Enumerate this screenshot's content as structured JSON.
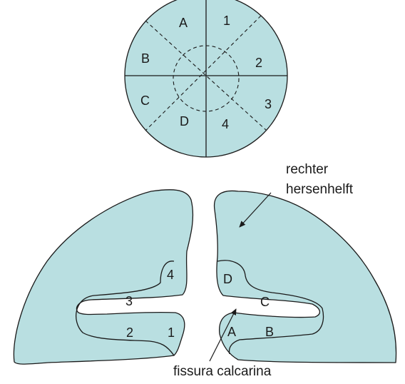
{
  "colors": {
    "fill": "#b9dfe1",
    "stroke": "#1a1a1a",
    "background": "#ffffff"
  },
  "circle": {
    "sectors_left": [
      "A",
      "B",
      "C",
      "D"
    ],
    "sectors_right": [
      "1",
      "2",
      "3",
      "4"
    ]
  },
  "left_hemisphere": {
    "region_labels": [
      "4",
      "3",
      "2",
      "1"
    ]
  },
  "right_hemisphere": {
    "region_labels": [
      "D",
      "C",
      "A",
      "B"
    ]
  },
  "annotations": {
    "hemisphere_line1": "rechter",
    "hemisphere_line2": "hersenhelft",
    "fissure": "fissura calcarina"
  }
}
